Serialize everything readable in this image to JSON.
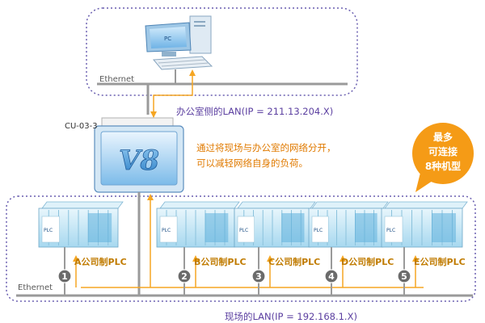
{
  "office": {
    "pc_label": "PC",
    "ethernet_label": "Ethernet",
    "lan_caption": "办公室侧的LAN(IP = 211.13.204.X)"
  },
  "gateway": {
    "device_label": "CU-03-3",
    "screen_text": "V8",
    "note_line1": "通过将现场与办公室的网络分开，",
    "note_line2": "可以减轻网络自身的负荷。"
  },
  "badge": {
    "line1": "最多",
    "line2": "可连接",
    "line3": "8种机型"
  },
  "field": {
    "ethernet_label": "Ethernet",
    "lan_caption": "现场的LAN(IP = 192.168.1.X)",
    "plcs": [
      {
        "num": "1",
        "label": "A公司制PLC",
        "tag": "PLC"
      },
      {
        "num": "2",
        "label": "B公司制PLC",
        "tag": "PLC"
      },
      {
        "num": "3",
        "label": "C公司制PLC",
        "tag": "PLC"
      },
      {
        "num": "4",
        "label": "D公司制PLC",
        "tag": "PLC"
      },
      {
        "num": "5",
        "label": "E公司制PLC",
        "tag": "PLC"
      }
    ]
  },
  "colors": {
    "cable": "#9a9a9a",
    "flow": "#f5a623",
    "dotted_border": "#6a5fb0",
    "badge": "#f59b16",
    "number_badge": "#6b6b6b",
    "plc_body": "#bfe6f5"
  }
}
